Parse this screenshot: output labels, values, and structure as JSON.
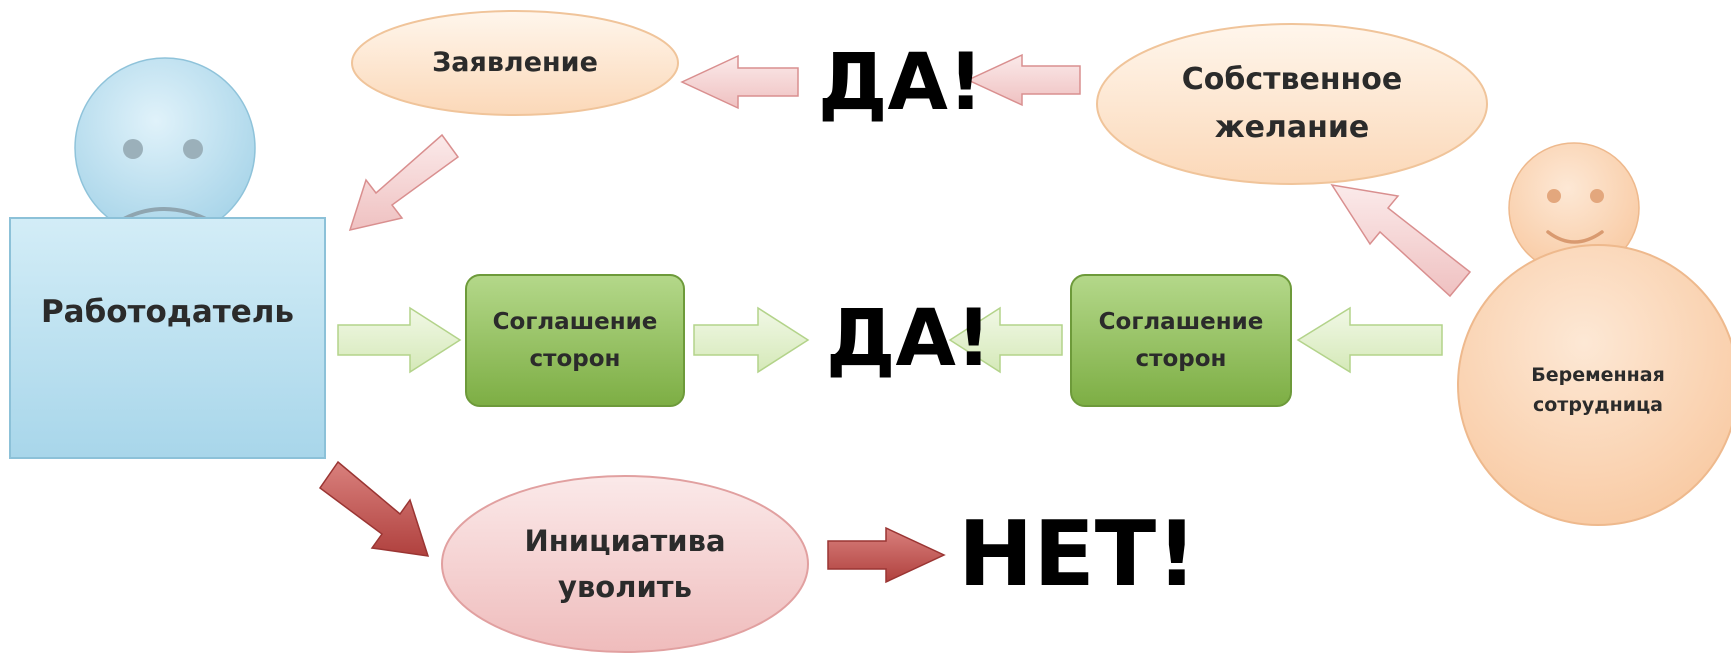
{
  "nodes": {
    "employer": "Работодатель",
    "application": "Заявление",
    "own_wish": "Собственное\nжелание",
    "agreement_left": "Соглашение\nсторон",
    "agreement_right": "Соглашение\nсторон",
    "pregnant_employee": "Беременная\nсотрудница",
    "initiative": "Инициатива\nуволить"
  },
  "outcomes": {
    "top": "ДА!",
    "middle": "ДА!",
    "bottom": "НЕТ!"
  },
  "colors": {
    "blue": "#a8d8ea",
    "peach": "#fbd5b5",
    "green": "#8ebd55",
    "red": "#c0504d",
    "pink_arrow": "#f2c0c0",
    "light_green_arrow": "#d8ebbd"
  }
}
